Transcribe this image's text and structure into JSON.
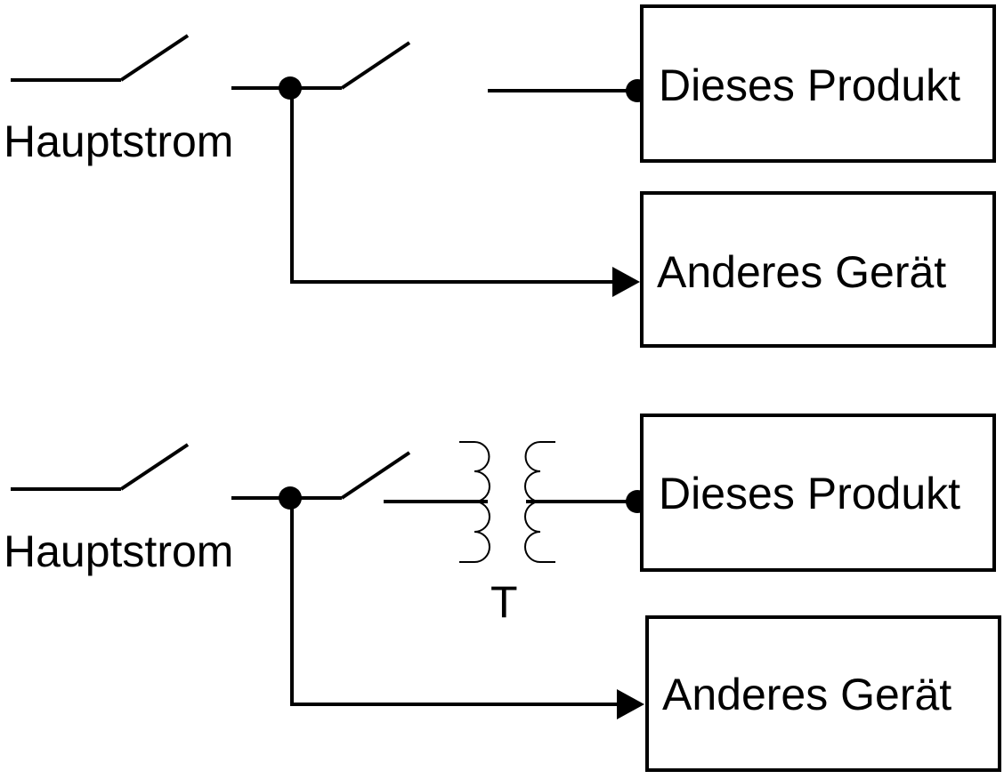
{
  "diagrams": [
    {
      "main_power_label": "Hauptstrom",
      "product_label": "Dieses Produkt",
      "other_device_label": "Anderes Gerät"
    },
    {
      "main_power_label": "Hauptstrom",
      "product_label": "Dieses Produkt",
      "other_device_label": "Anderes Gerät",
      "transformer_label": "T"
    }
  ]
}
